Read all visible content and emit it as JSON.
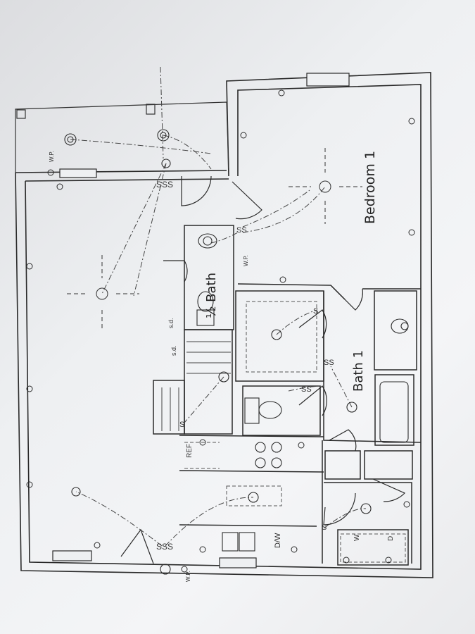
{
  "rooms": {
    "bedroom": "Bedroom 1",
    "half_bath": "½ Bath",
    "bath": "Bath 1"
  },
  "appliance_labels": {
    "dishwasher": "D/W",
    "refrigerator": "REF",
    "washer": "W",
    "dryer": "D"
  },
  "device_labels": {
    "smoke_detector_1": "s.d.",
    "smoke_detector_2": "s.d.",
    "switch_code_1": "W.P.",
    "switch_code_2": "W.P.",
    "switch_code_3": "W.P."
  },
  "colors": {
    "ink": "#2a2a2a",
    "paper": "#eef0f2"
  }
}
